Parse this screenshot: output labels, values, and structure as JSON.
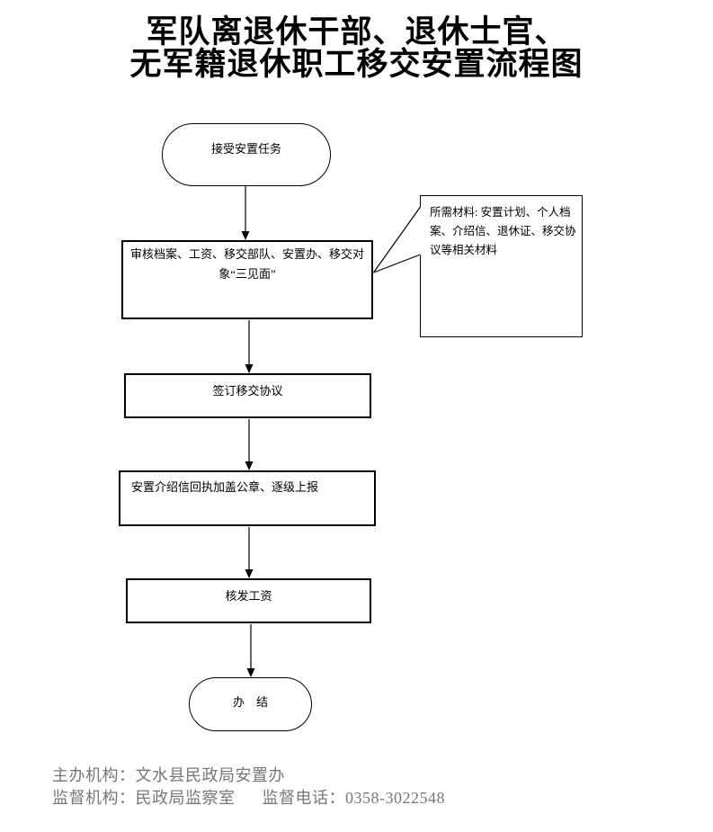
{
  "title": {
    "line1": "军队离退休干部、退休士官、",
    "line2": "无军籍退休职工移交安置流程图"
  },
  "flow": {
    "start": "接受安置任务",
    "review": "审核档案、工资、移交部队、安置办、移交对\n象“三见面”",
    "sign": "签订移交协议",
    "receipt": "安置介绍信回执加盖公章、逐级上报",
    "wage": "核发工资",
    "end": "办　结"
  },
  "note": "所需材料: 安置计划、个人档\n案、介绍信、退休证、移交协\n议等相关材料",
  "footer": {
    "organizer": "主办机构：文水县民政局安置办",
    "supervisor": "监督机构：民政局监察室",
    "phone": "监督电话：0358-3022548"
  },
  "colors": {
    "ink": "#000000",
    "footer_text": "#777777"
  }
}
